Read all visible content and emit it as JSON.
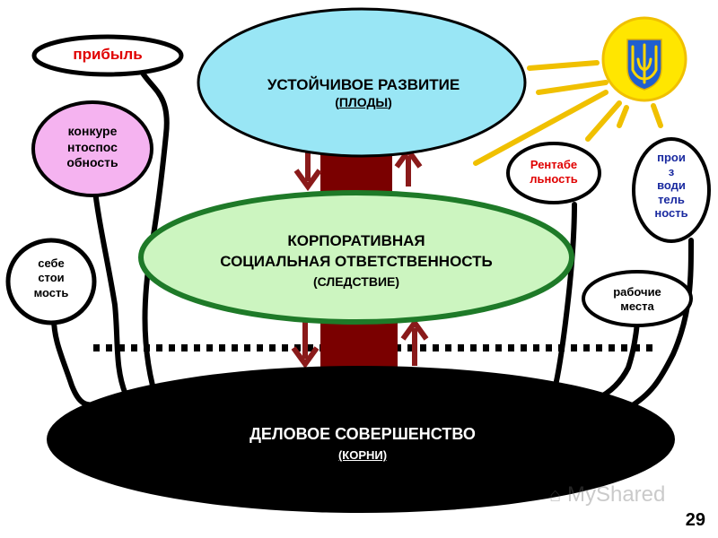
{
  "diagram": {
    "top_oval": {
      "title": "УСТОЙЧИВОЕ РАЗВИТИЕ",
      "subtitle_open": "(",
      "subtitle": "ПЛОДЫ",
      "subtitle_close": ")"
    },
    "middle_oval": {
      "line1": "КОРПОРАТИВНАЯ",
      "line2": "СОЦИАЛЬНАЯ ОТВЕТСТВЕННОСТЬ",
      "line3": "(СЛЕДСТВИЕ)"
    },
    "bottom_oval": {
      "title": "ДЕЛОВОЕ СОВЕРШЕНСТВО",
      "subtitle": "(КОРНИ)"
    },
    "bubbles": {
      "profit": "прибыль",
      "competitiveness": "конкуре\nнтоспос\nобность",
      "cost": "себе\nстои\nмость",
      "profitability": "Рентабе\nльность",
      "productivity": "прои\nз\nводи\nтель\nность",
      "jobs": "рабочие\nместа"
    }
  },
  "sun": {
    "emblem": "ukraine-trident"
  },
  "colors": {
    "top_oval": "#99e6f5",
    "middle_oval": "#ccf5c0",
    "middle_oval_border": "#1e7a28",
    "bottom_oval": "#000000",
    "trunk": "#7a0000",
    "arrow": "#8a1a1a",
    "competitiveness_fill": "#f5b3f0",
    "profit_text": "#e00000",
    "profitability_text": "#e00000",
    "productivity_text": "#1a2aa0",
    "sun": "#ffe600",
    "sun_rays": "#f0c000",
    "emblem_shield": "#1f5fd0",
    "emblem_trident": "#ffd700"
  },
  "watermark": "MyShared",
  "page_number": "29"
}
